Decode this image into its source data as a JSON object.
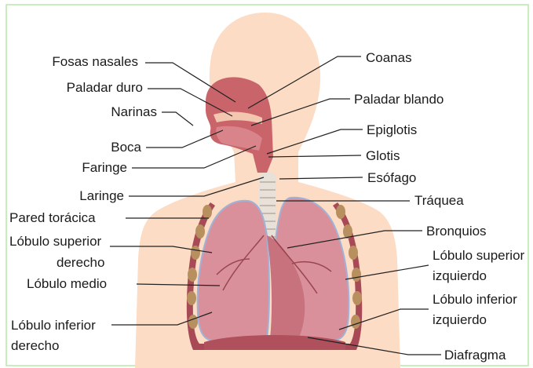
{
  "colors": {
    "body": "#fcdcc4",
    "border": "#b9e7a9",
    "tissue": "#c9646b",
    "lung": "#d9909a",
    "lung_outline": "#9fb3d9",
    "ribs": "#b88f5e",
    "muscle": "#a84a56",
    "trachea": "#e7e1d9",
    "leader": "#222222"
  },
  "labels": {
    "fosas_nasales": "Fosas nasales",
    "paladar_duro": "Paladar duro",
    "narinas": "Narinas",
    "boca": "Boca",
    "faringe": "Faringe",
    "laringe": "Laringe",
    "pared_toracica": "Pared torácica",
    "lobulo_superior_derecho_1": "Lóbulo superior",
    "lobulo_superior_derecho_2": "derecho",
    "lobulo_medio": "Lóbulo medio",
    "lobulo_inferior_derecho_1": "Lóbulo inferior",
    "lobulo_inferior_derecho_2": "derecho",
    "coanas": "Coanas",
    "paladar_blando": "Paladar blando",
    "epiglotis": "Epiglotis",
    "glotis": "Glotis",
    "esofago": "Esófago",
    "traquea": "Tráquea",
    "bronquios": "Bronquios",
    "lobulo_superior_izquierdo_1": "Lóbulo superior",
    "lobulo_superior_izquierdo_2": "izquierdo",
    "lobulo_inferior_izquierdo_1": "Lóbulo inferior",
    "lobulo_inferior_izquierdo_2": "izquierdo",
    "diafragma": "Diafragma"
  }
}
